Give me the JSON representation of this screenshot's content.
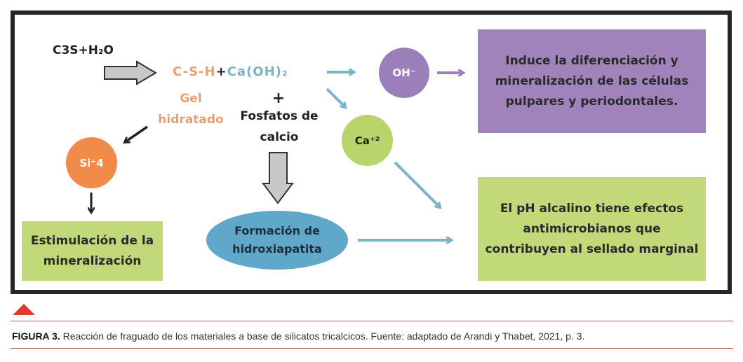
{
  "reactants": "C3S+H₂O",
  "csh": "C-S-H",
  "plus": "+",
  "caoh": "Ca(OH)₂",
  "gel": "Gel",
  "hidratado": "hidratado",
  "plus2": "+",
  "fosfatos_1": "Fosfatos de",
  "fosfatos_2": "calcio",
  "oh": "OH⁻",
  "ca": "Ca⁺²",
  "si": "Si⁺4",
  "hidroxiapatita": "Formación de hidroxiapatita",
  "purple_box": "Induce la diferenciación y mineralización de las células pulpares y periodontales.",
  "green_box_right": "El pH alcalino tiene efectos antimicrobianos que contribuyen al sellado marginal",
  "green_box_left": "Estimulación de la mineralización",
  "caption_label": "FIGURA 3.",
  "caption_text": " Reacción de fraguado de los materiales a base de silicatos tricalcicos. Fuente: adaptado de Arandi y Thabet, 2021, p. 3.",
  "colors": {
    "orange": "#f08b4a",
    "purple": "#a083bb",
    "green": "#c2d97a",
    "blue": "#5fa8c9",
    "red": "#e03a2f"
  }
}
